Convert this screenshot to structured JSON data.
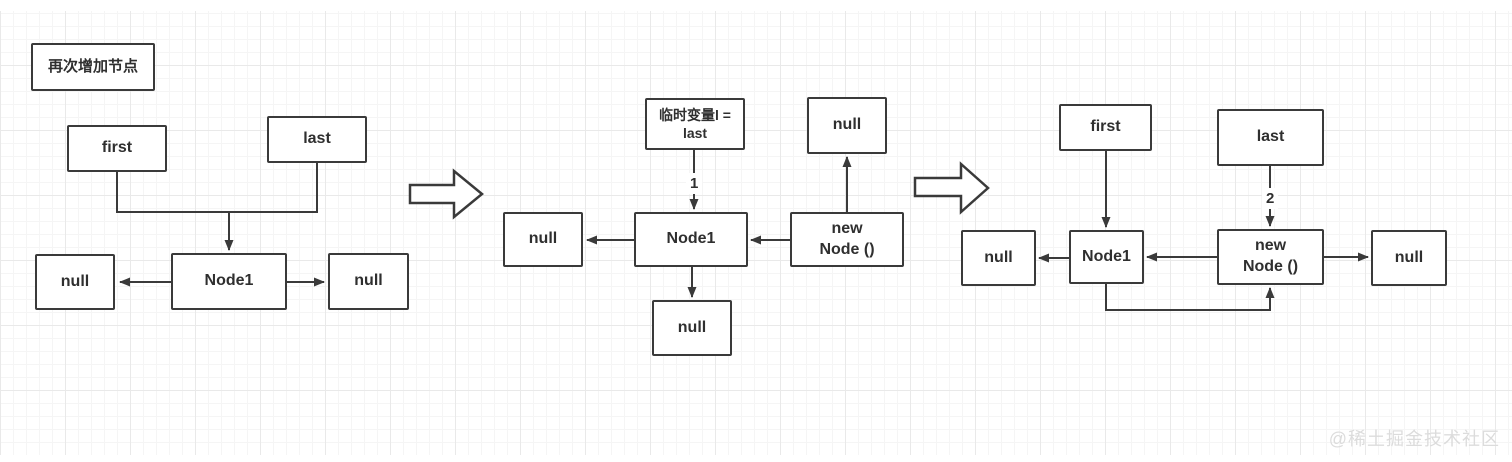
{
  "title_box": {
    "label": "再次增加节点"
  },
  "watermark": {
    "text": "@稀土掘金技术社区"
  },
  "colors": {
    "stroke": "#3a3a3a",
    "box_fill": "#ffffff",
    "text": "#2f2f2f",
    "grid_minor": "#f5f5f5",
    "grid_major": "#e9e9e9",
    "watermark": "#dcdcdc"
  },
  "step1": {
    "first": "first",
    "last": "last",
    "node1": "Node1",
    "null_left": "null",
    "null_right": "null"
  },
  "step2": {
    "temp_var_line1": "临时变量l =",
    "temp_var_line2": "last",
    "order_label": "1",
    "null_top": "null",
    "null_left": "null",
    "null_bottom": "null",
    "node1": "Node1",
    "new_node_line1": "new",
    "new_node_line2": "Node ()"
  },
  "step3": {
    "first": "first",
    "last": "last",
    "order_label": "2",
    "null_left": "null",
    "null_right": "null",
    "node1": "Node1",
    "new_node_line1": "new",
    "new_node_line2": "Node ()"
  }
}
